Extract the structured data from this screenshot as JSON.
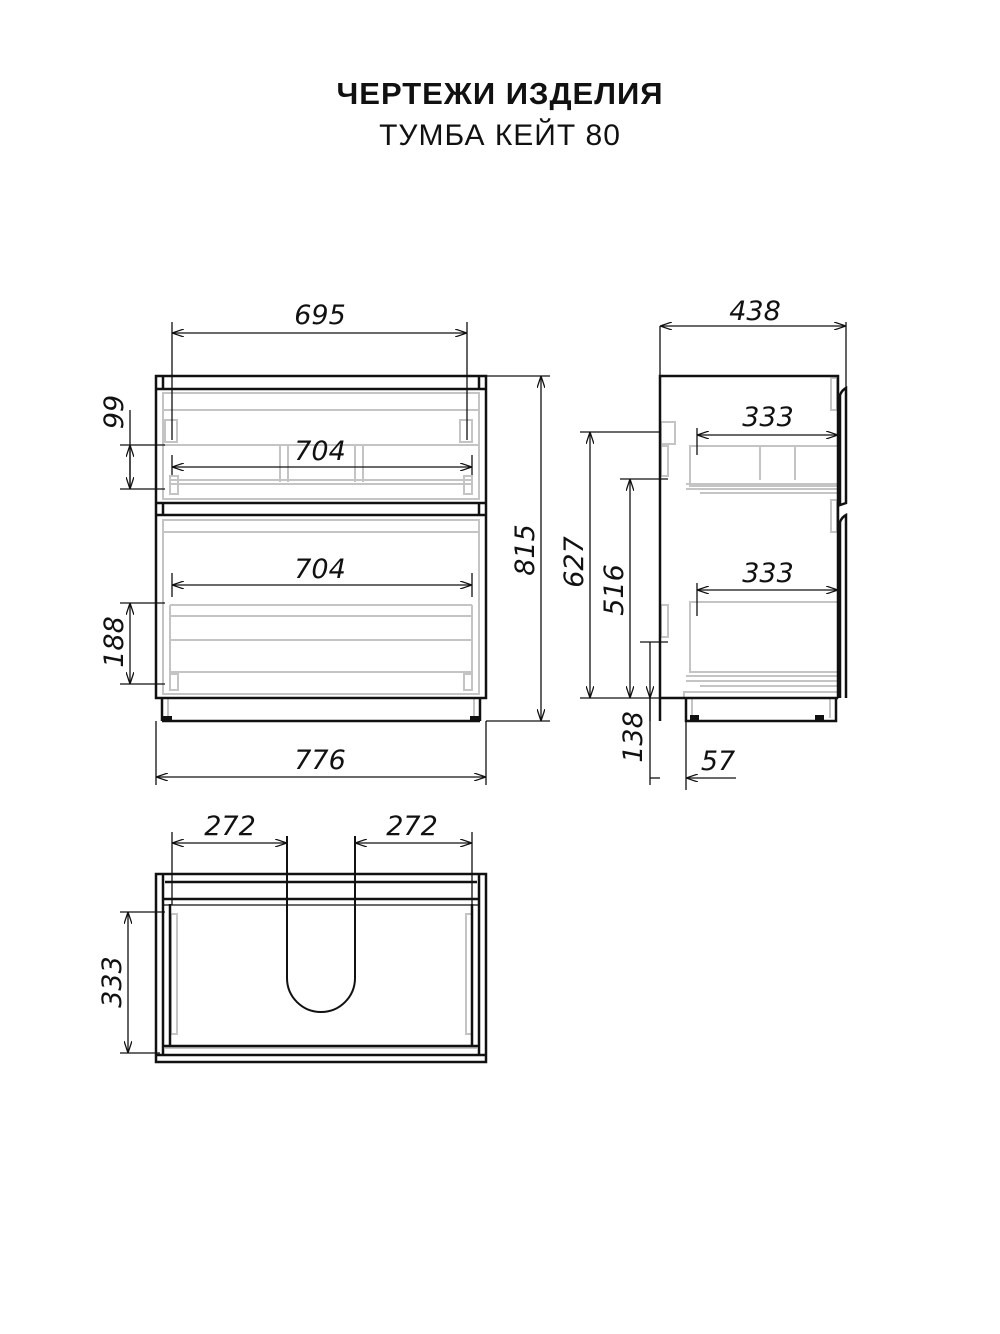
{
  "header": {
    "title": "ЧЕРТЕЖИ ИЗДЕЛИЯ",
    "subtitle": "ТУМБА КЕЙТ 80"
  },
  "front_view": {
    "dims": {
      "inner_width_top": "695",
      "drawer_width_top": "704",
      "drawer_width_bottom": "704",
      "top_drawer_height": "99",
      "bottom_drawer_height": "188",
      "total_height": "815",
      "total_width": "776"
    }
  },
  "side_view": {
    "dims": {
      "depth": "438",
      "drawer_depth_top": "333",
      "drawer_depth_bottom": "333",
      "height_627": "627",
      "height_516": "516",
      "height_138": "138",
      "offset_57": "57"
    }
  },
  "top_view": {
    "dims": {
      "left_offset": "272",
      "right_offset": "272",
      "inner_depth": "333"
    }
  }
}
